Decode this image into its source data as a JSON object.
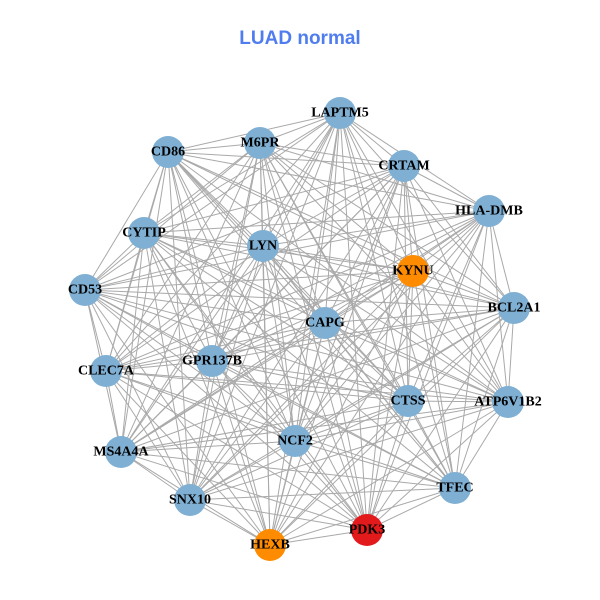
{
  "title": "LUAD normal",
  "colors": {
    "default": "#7fb0d4",
    "orange": "#ff8c00",
    "red": "#e31a1c",
    "edge": "#a9a9a9"
  },
  "nodes": [
    {
      "id": "LAPTM5",
      "color": "default"
    },
    {
      "id": "M6PR",
      "color": "default"
    },
    {
      "id": "CD86",
      "color": "default"
    },
    {
      "id": "CRTAM",
      "color": "default"
    },
    {
      "id": "HLA-DMB",
      "color": "default"
    },
    {
      "id": "CYTIP",
      "color": "default"
    },
    {
      "id": "LYN",
      "color": "default"
    },
    {
      "id": "KYNU",
      "color": "orange"
    },
    {
      "id": "CD53",
      "color": "default"
    },
    {
      "id": "BCL2A1",
      "color": "default"
    },
    {
      "id": "CAPG",
      "color": "default"
    },
    {
      "id": "CLEC7A",
      "color": "default"
    },
    {
      "id": "GPR137B",
      "color": "default"
    },
    {
      "id": "CTSS",
      "color": "default"
    },
    {
      "id": "ATP6V1B2",
      "color": "default"
    },
    {
      "id": "MS4A4A",
      "color": "default"
    },
    {
      "id": "NCF2",
      "color": "default"
    },
    {
      "id": "TFEC",
      "color": "default"
    },
    {
      "id": "SNX10",
      "color": "default"
    },
    {
      "id": "PDK3",
      "color": "red"
    },
    {
      "id": "HEXB",
      "color": "orange"
    }
  ],
  "edges": "complete"
}
